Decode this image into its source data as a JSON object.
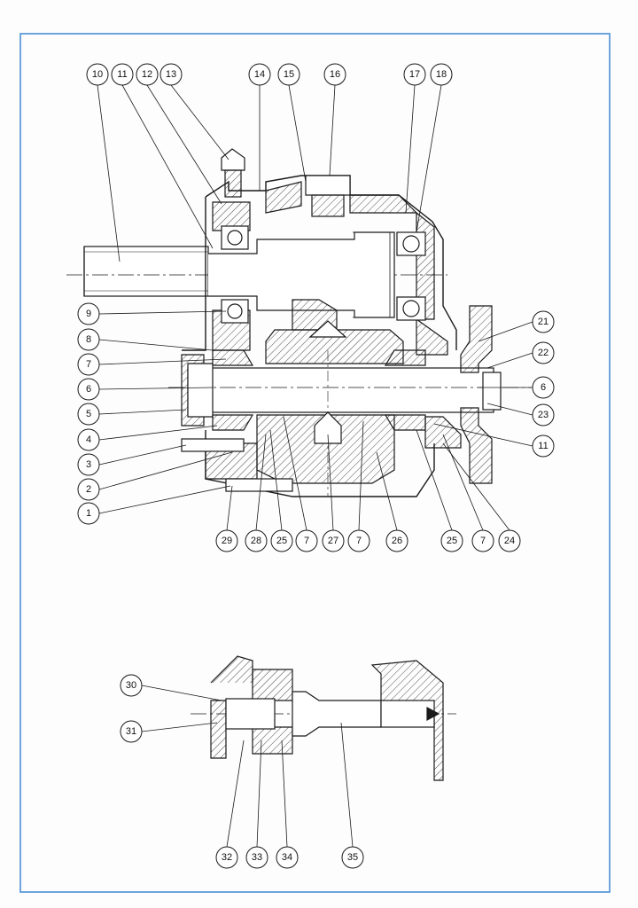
{
  "colors": {
    "frame": "#4a8fd4",
    "ink": "#1a1a1a",
    "paper": "#fdfdfd"
  },
  "callouts": {
    "top_row": [
      "10",
      "11",
      "12",
      "13",
      "14",
      "15",
      "16",
      "17",
      "18"
    ],
    "left_column": [
      "9",
      "8",
      "7",
      "6",
      "5",
      "4",
      "3",
      "2",
      "1"
    ],
    "right_column": [
      "21",
      "22",
      "6",
      "23",
      "11"
    ],
    "bottom_row": [
      "29",
      "28",
      "25",
      "7",
      "27",
      "7",
      "26",
      "25",
      "7",
      "24"
    ],
    "lower_assembly_left": [
      "30",
      "31"
    ],
    "lower_assembly_bottom": [
      "32",
      "33",
      "34",
      "35"
    ]
  }
}
